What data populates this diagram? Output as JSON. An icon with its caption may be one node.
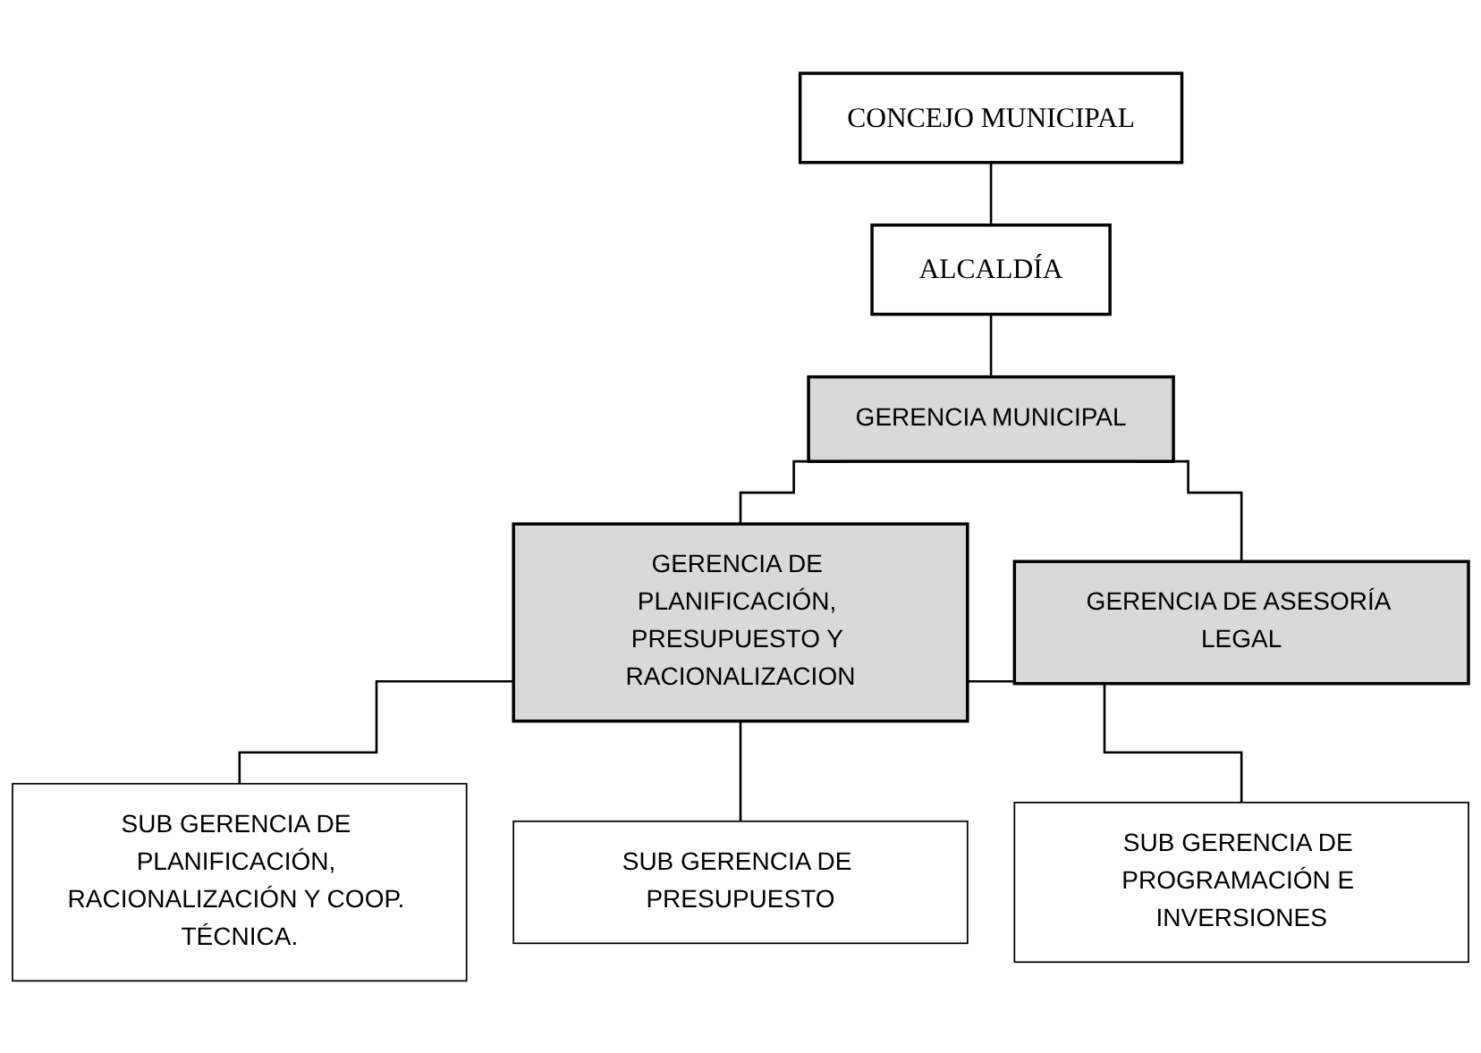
{
  "diagram": {
    "nodes": [
      {
        "text": [
          "CONCEJO MUNICIPAL"
        ]
      },
      {
        "text": [
          "ALCALDÍA"
        ]
      },
      {
        "text": [
          "GERENCIA MUNICIPAL"
        ]
      },
      {
        "text": [
          "GERENCIA DE PLANIFICACIÓN, PRESUPUESTO Y RACIONALIZACION"
        ]
      },
      {
        "text": [
          "GERENCIA DE ASESORÍA LEGAL"
        ]
      },
      {
        "text": [
          "SUB GERENCIA DE PLANIFICACIÓN, RACIONALIZACIÓN Y COOP. TÉCNICA."
        ]
      },
      {
        "text": [
          "SUB GERENCIA DE PRESUPUESTO"
        ]
      },
      {
        "text": [
          "SUB GERENCIA DE PROGRAMACIÓN E INVERSIONES"
        ]
      }
    ],
    "edges": [
      {
        "from": 0,
        "to": 1,
        "arrow": "none"
      },
      {
        "from": 1,
        "to": 2,
        "arrow": "none"
      },
      {
        "from": 2,
        "to": 3,
        "arrow": "none"
      },
      {
        "from": 2,
        "to": 4,
        "arrow": "none"
      },
      {
        "from": 3,
        "to": 5,
        "arrow": "none"
      },
      {
        "from": 3,
        "to": 6,
        "arrow": "none"
      },
      {
        "from": 3,
        "to": 7,
        "arrow": "none"
      }
    ]
  }
}
